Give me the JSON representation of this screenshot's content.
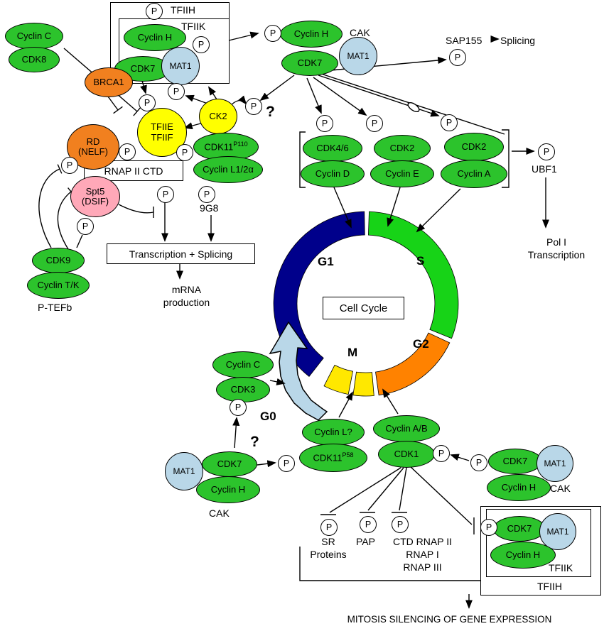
{
  "p": "P",
  "q": "?",
  "ovals": {
    "cyclin_c_top": "Cyclin C",
    "cdk8": "CDK8",
    "cyclin_h_tfiih_top": "Cyclin H",
    "cdk7_tfiih_top": "CDK7",
    "mat1_tfiih_top": "MAT1",
    "brca1": "BRCA1",
    "cyclin_h_cak_top": "Cyclin H",
    "cdk7_cak_top": "CDK7",
    "mat1_cak_top": "MAT1",
    "ck2": "CK2",
    "tfiie": "TFIIE",
    "tfiif": "TFIIF",
    "rd": "RD",
    "nelf": "(NELF)",
    "spt5": "Spt5",
    "dsif": "(DSIF)",
    "cdk11_p110_base": "CDK11",
    "cdk11_p110_sup": "P110",
    "cyclin_l12a": "Cyclin L1/2α",
    "cdk4_6": "CDK4/6",
    "cyclin_d": "Cyclin D",
    "cdk2_e": "CDK2",
    "cyclin_e": "Cyclin E",
    "cdk2_a": "CDK2",
    "cyclin_a": "Cyclin A",
    "cdk9": "CDK9",
    "cyclin_tk": "Cyclin T/K",
    "cyclin_c_bottom": "Cyclin C",
    "cdk3": "CDK3",
    "mat1_cak_bl": "MAT1",
    "cdk7_cak_bl": "CDK7",
    "cyclin_h_cak_bl": "Cyclin H",
    "cyclin_l_q": "Cyclin L?",
    "cdk11_p58_base": "CDK11",
    "cdk11_p58_sup": "P58",
    "cyclin_ab": "Cyclin A/B",
    "cdk1": "CDK1",
    "cdk7_cak_br": "CDK7",
    "mat1_cak_br": "MAT1",
    "cyclin_h_cak_br": "Cyclin H",
    "cdk7_tfiih_bot": "CDK7",
    "mat1_tfiih_bot": "MAT1",
    "cyclin_h_tfiih_bot": "Cyclin H"
  },
  "boxes": {
    "tfiih_top": "TFIIH",
    "tfiik_top": "TFIIK",
    "tfiih_bottom": "TFIIH",
    "tfiik_bottom": "TFIIK",
    "rnap_ctd": "RNAP II CTD",
    "transcription_splicing": "Transcription + Splicing",
    "cell_cycle": "Cell Cycle"
  },
  "labels": {
    "cak_top": "CAK",
    "sap155": "SAP155",
    "splicing": "Splicing",
    "ubf1": "UBF1",
    "pol_i_1": "Pol I",
    "pol_i_2": "Transcription",
    "label_9g8": "9G8",
    "mrna_1": "mRNA",
    "mrna_2": "production",
    "ptefb": "P-TEFb",
    "cak_bl": "CAK",
    "cak_br": "CAK",
    "sr_1": "SR",
    "sr_2": "Proteins",
    "pap": "PAP",
    "ctd_1": "CTD RNAP II",
    "ctd_2": "RNAP I",
    "ctd_3": "RNAP III",
    "mitosis": "MITOSIS SILENCING OF GENE EXPRESSION"
  },
  "phases": {
    "g1": "G1",
    "s": "S",
    "g2": "G2",
    "m": "M",
    "g0": "G0"
  },
  "colors": {
    "complex_green": "#2cc32c",
    "mat1_blue": "#b9d7e8",
    "kinase_yellow": "#ffff00",
    "regulator_orange": "#f1801f",
    "spt5_pink": "#ffa8b8",
    "g1_navy": "#00008b",
    "s_green": "#17d317",
    "g2_orange": "#ff8200",
    "m_yellow": "#ffe800",
    "g0_arrow_blue": "#b9d7e8"
  }
}
